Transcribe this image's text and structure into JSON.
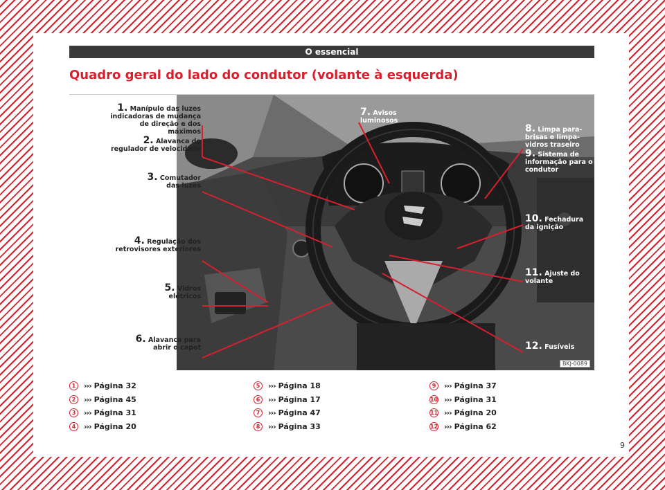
{
  "header": {
    "title": "O essencial"
  },
  "page_title": "Quadro geral do lado do condutor (volante à esquerda)",
  "figure": {
    "code": "BKJ-0089",
    "callouts": [
      {
        "num": "1.",
        "text": "Manípulo das luzes indicadoras de mudança de direção e dos máximos"
      },
      {
        "num": "2.",
        "text": "Alavanca do regulador de velocidade"
      },
      {
        "num": "3.",
        "text": "Comutador das luzes"
      },
      {
        "num": "4.",
        "text": "Regulação dos retrovisores exteriores"
      },
      {
        "num": "5.",
        "text": "Vidros elétricos"
      },
      {
        "num": "6.",
        "text": "Alavanca para abrir o capot"
      },
      {
        "num": "7.",
        "text": "Avisos luminosos"
      },
      {
        "num": "8.",
        "text": "Limpa para-brisas e limpa-vidros traseiro"
      },
      {
        "num": "9.",
        "text": "Sistema de informação para o condutor"
      },
      {
        "num": "10.",
        "text": "Fechadura da ignição"
      },
      {
        "num": "11.",
        "text": "Ajuste do volante"
      },
      {
        "num": "12.",
        "text": "Fusíveis"
      }
    ]
  },
  "references": {
    "arrows": "›››",
    "items": [
      {
        "badge": "1",
        "text": "Página 32"
      },
      {
        "badge": "2",
        "text": "Página 45"
      },
      {
        "badge": "3",
        "text": "Página 31"
      },
      {
        "badge": "4",
        "text": "Página 20"
      },
      {
        "badge": "5",
        "text": "Página 18"
      },
      {
        "badge": "6",
        "text": "Página 17"
      },
      {
        "badge": "7",
        "text": "Página 47"
      },
      {
        "badge": "8",
        "text": "Página 33"
      },
      {
        "badge": "9",
        "text": "Página 37"
      },
      {
        "badge": "10",
        "text": "Página 31"
      },
      {
        "badge": "11",
        "text": "Página 20"
      },
      {
        "badge": "12",
        "text": "Página 62"
      }
    ]
  },
  "page_number": "9",
  "colors": {
    "accent": "#d5202e",
    "header_bg": "#3a3a3a"
  }
}
